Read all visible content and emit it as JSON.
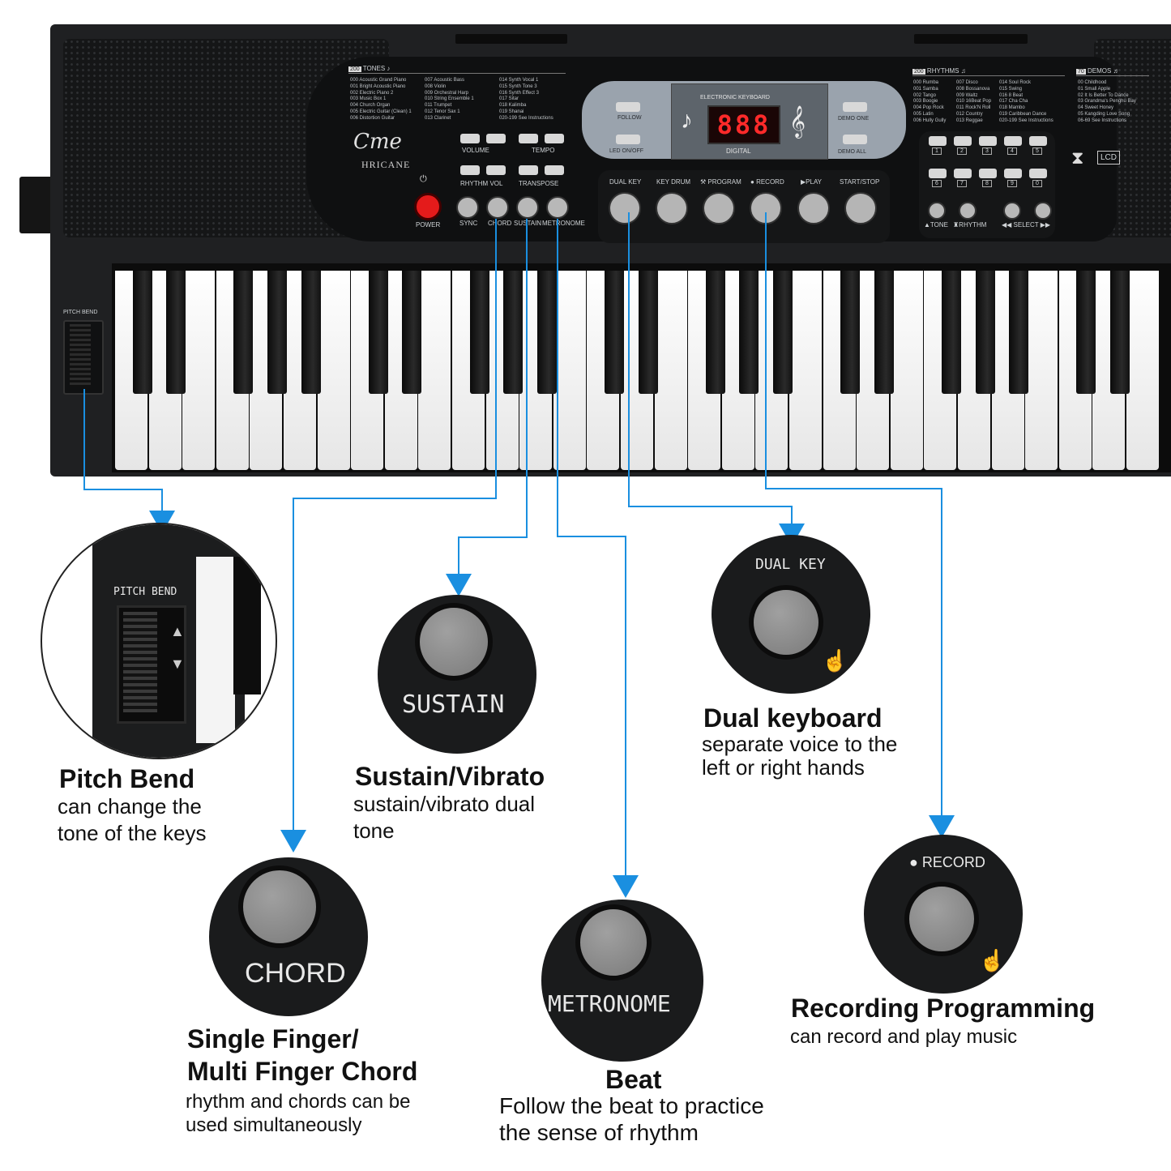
{
  "panel": {
    "brand_logo": "Cme",
    "brand_name": "HRICANE",
    "tones_header": "TONES",
    "tones_count": "200",
    "rhythms_header": "RHYTHMS",
    "rhythms_count": "200",
    "demos_header": "DEMOS",
    "demos_count": "70",
    "lcd_title": "ELECTRONIC KEYBOARD",
    "lcd_value": "888",
    "lcd_sub": "DIGITAL",
    "follow": "FOLLOW",
    "led_onoff": "LED ON/OFF",
    "demo_one": "DEMO ONE",
    "demo_all": "DEMO ALL",
    "volume": "VOLUME",
    "tempo": "TEMPO",
    "rhythm_vol": "RHYTHM VOL",
    "transpose": "TRANSPOSE",
    "power": "POWER",
    "sync": "SYNC",
    "chord": "CHORD",
    "sustain": "SUSTAIN",
    "metronome": "METRONOME",
    "dual_key": "DUAL KEY",
    "key_drum": "KEY DRUM",
    "program": "PROGRAM",
    "record": "RECORD",
    "play": "PLAY",
    "start_stop": "START/STOP",
    "tone": "TONE",
    "rhythm": "RHYTHM",
    "select": "SELECT",
    "lcd_icon": "LCD",
    "pitch_bend": "PITCH BEND",
    "tones_list": [
      [
        "000 Acoustic Grand Piano",
        "007 Acoustic Bass",
        "014 Synth Vocal 1"
      ],
      [
        "001 Bright Acoustic Piano",
        "008 Violin",
        "015 Synth Tone 3"
      ],
      [
        "002 Electric Piano 2",
        "009 Orchestral Harp",
        "016 Synth Effect 3"
      ],
      [
        "003 Music Box 1",
        "010 String Ensemble 1",
        "017 Sitar"
      ],
      [
        "004 Church Organ",
        "011 Trumpet",
        "018 Kalimba"
      ],
      [
        "005 Electric Guitar (Clean) 1",
        "012 Tenor Sax 1",
        "019 Shanai"
      ],
      [
        "006 Distortion Guitar",
        "013 Clarinet",
        "020-199 See Instructions"
      ]
    ],
    "rhythms_list": [
      [
        "000 Rumba",
        "007 Disco",
        "014 Soul Rock"
      ],
      [
        "001 Samba",
        "008 Bossanova",
        "015 Swing"
      ],
      [
        "002 Tango",
        "009 Waltz",
        "016 8 Beat"
      ],
      [
        "003 Boogie",
        "010 16Beat Pop",
        "017 Cha Cha"
      ],
      [
        "004 Pop Rock",
        "011 Rock'N Roll",
        "018 Mambo"
      ],
      [
        "005 Latin",
        "012 Country",
        "019 Caribbean Dance"
      ],
      [
        "006 Hully Gully",
        "013 Reggae",
        "020-199 See Instructions"
      ]
    ],
    "demos_list": [
      "00 Childhood",
      "01 Small Apple",
      "02 It Is Better To Dance",
      "03 Grandma's Penghu Bay",
      "04 Sweet Honey",
      "05 Kangding Love Song",
      "06-69 See Instructions"
    ],
    "number_keys": [
      "1",
      "2",
      "3",
      "4",
      "5",
      "6",
      "7",
      "8",
      "9",
      "0"
    ]
  },
  "callouts": {
    "pitch_bend": {
      "label": "PITCH BEND",
      "title": "Pitch Bend",
      "desc": [
        "can change the",
        "tone of the keys"
      ]
    },
    "chord": {
      "label": "CHORD",
      "title": [
        "Single Finger/",
        "Multi Finger Chord"
      ],
      "desc": [
        "rhythm and chords can be",
        "used simultaneously"
      ]
    },
    "sustain": {
      "label": "SUSTAIN",
      "title": "Sustain/Vibrato",
      "desc": [
        "sustain/vibrato dual",
        "tone"
      ]
    },
    "metronome": {
      "label": "METRONOME",
      "title": "Beat",
      "desc": [
        "Follow the beat to practice",
        "the sense of rhythm"
      ]
    },
    "dual_key": {
      "label": "DUAL KEY",
      "title": "Dual keyboard",
      "desc": [
        "separate voice to the",
        "left or right hands"
      ]
    },
    "record": {
      "label": "RECORD",
      "title": "Recording Programming",
      "desc": [
        "can record and play music"
      ]
    }
  },
  "colors": {
    "connector": "#1a8fe0",
    "body": "#1f2022",
    "lcd_digits": "#ff2a2a",
    "power": "#e41b1b"
  }
}
